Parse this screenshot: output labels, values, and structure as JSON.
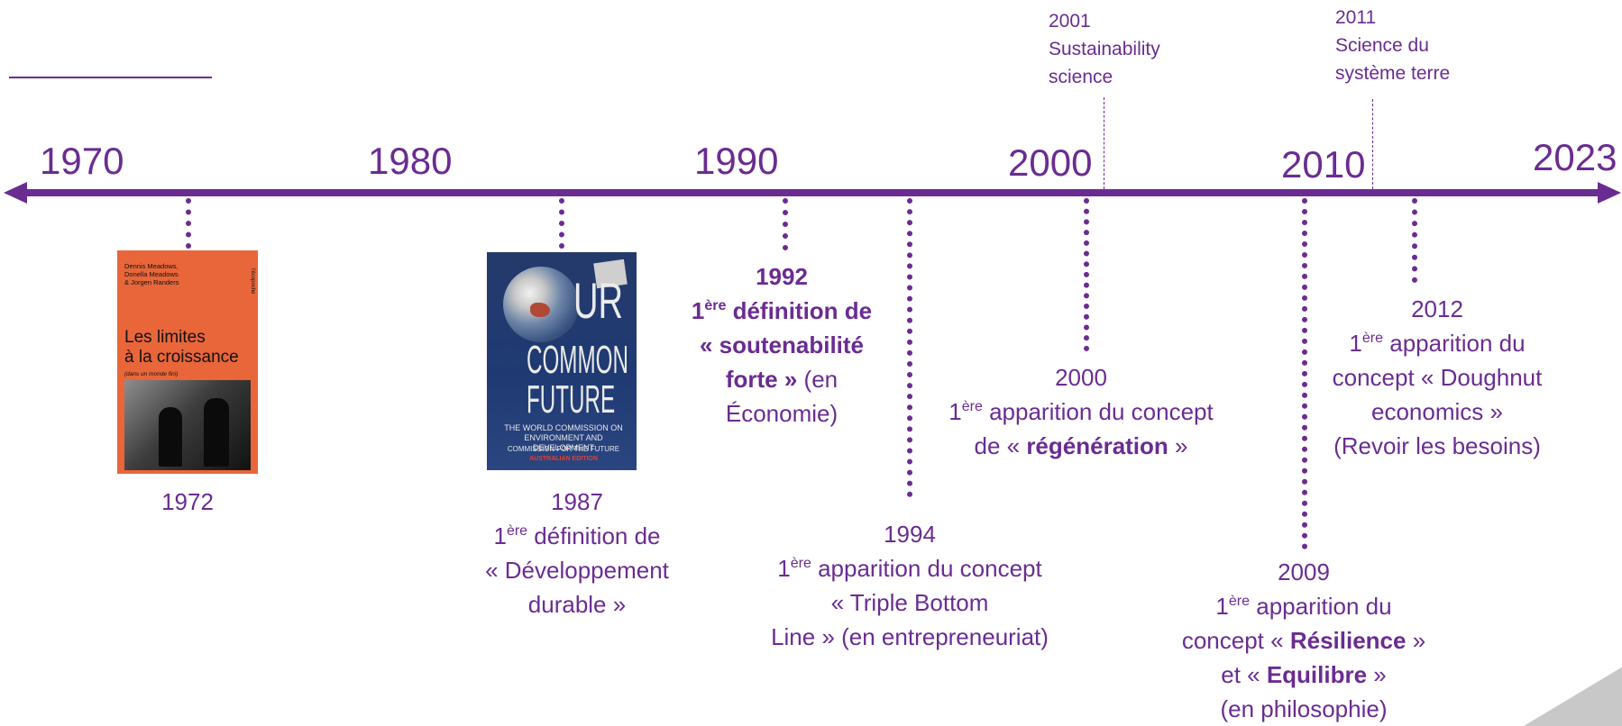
{
  "axis": {
    "years": [
      "1970",
      "1980",
      "1990",
      "2000",
      "2010",
      "2023"
    ]
  },
  "milestones_above": [
    {
      "year": "2001",
      "label_line1": "Sustainability",
      "label_line2": "science"
    },
    {
      "year": "2011",
      "label_line1": "Science du",
      "label_line2": "système terre"
    }
  ],
  "books": {
    "limits": {
      "authors": [
        "Dennis Meadows,",
        "Donella Meadows",
        "& Jorgen Randers"
      ],
      "edition": "l'écopoche",
      "title_line1": "Les limites",
      "title_line2": "à la croissance",
      "subtitle": "(dans un monde fini)"
    },
    "common_future": {
      "title_a": "UR",
      "title_b": "COMMON",
      "title_c": "FUTURE",
      "sub1": "THE WORLD COMMISSION ON ENVIRONMENT AND DEVELOPMENT",
      "sub2": "COMMISSION FOR THE FUTURE",
      "sub3": "AUSTRALIAN EDITION"
    }
  },
  "events": {
    "e1972": {
      "year": "1972"
    },
    "e1987": {
      "year": "1987",
      "ord": "1",
      "sup": "ère",
      "text1": " définition de",
      "text2": "« Développement",
      "text3": "durable »"
    },
    "e1992": {
      "year": "1992",
      "ord": "1",
      "sup": "ère",
      "text1": " définition de",
      "text2": "« soutenabilité",
      "text3a": "forte »",
      "text3b": " (en",
      "text4": "Économie)"
    },
    "e1994": {
      "year": "1994",
      "ord": "1",
      "sup": "ère",
      "text1": " apparition du concept",
      "text2": "« Triple Bottom",
      "text3": "Line » (en entrepreneuriat)"
    },
    "e2000": {
      "year": "2000",
      "ord": "1",
      "sup": "ère",
      "text1": " apparition du concept",
      "text2a": "de « ",
      "text2b": "régénération",
      "text2c": " »"
    },
    "e2009": {
      "year": "2009",
      "ord": "1",
      "sup": "ère",
      "text1": " apparition du",
      "text2a": "concept « ",
      "text2b": "Résilience",
      "text2c": " »",
      "text3a": "et « ",
      "text3b": "Equilibre",
      "text3c": " »",
      "text4": "(en philosophie)"
    },
    "e2012": {
      "year": "2012",
      "ord": "1",
      "sup": "ère",
      "text1": " apparition du",
      "text2": "concept « Doughnut",
      "text3": "economics »",
      "text4": "(Revoir les besoins)"
    }
  },
  "colors": {
    "accent": "#6a2c91",
    "book_orange": "#e8663a",
    "book_blue": "#253a6b",
    "corner_grey": "#c8c8c8"
  }
}
